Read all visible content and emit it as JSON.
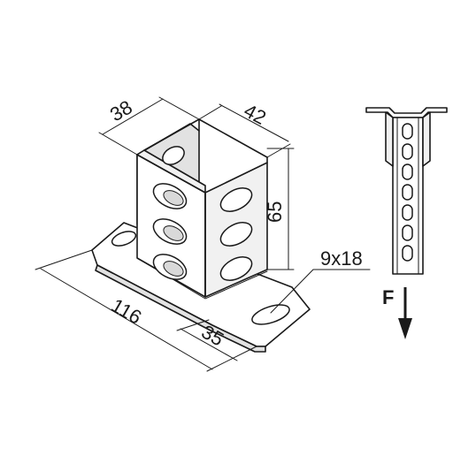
{
  "dimensions": {
    "width_top": "38",
    "depth_top": "42",
    "height": "65",
    "slot": "9x18",
    "base_length": "116",
    "base_width": "35"
  },
  "force": {
    "label": "F"
  }
}
